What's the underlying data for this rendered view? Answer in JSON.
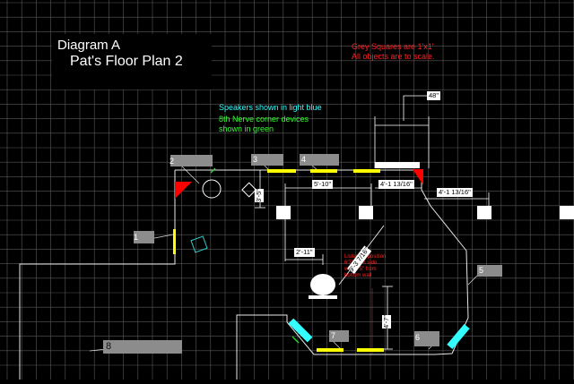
{
  "diagram": {
    "title_line1": "Diagram A",
    "title_line2": "Pat's Floor Plan 2",
    "scale_note_line1": "Grey Squares are 1'x1'",
    "scale_note_line2": "All objects are to scale.",
    "speakers_note": "Speakers shown in light blue",
    "nerve_note_line1": "8th Nerve corner devices",
    "nerve_note_line2": "shown in green",
    "listening_note_line1": "Listening position",
    "listening_note_line2": "6'7\" from side",
    "listening_note_line3": "wall 4'5\" from",
    "listening_note_line4": "bottom wall"
  },
  "labels": [
    "1",
    "2",
    "3",
    "4",
    "5",
    "6",
    "7",
    "8"
  ],
  "dimensions": {
    "d48": "48\"",
    "d5_10": "5'-10\"",
    "d4_1_13_16_a": "4'-1 13/16\"",
    "d4_1_13_16_b": "4'-1 13/16\"",
    "d3_5": "3'-5\"",
    "d2_11": "2'-11\"",
    "d9_3": "9'-3 7/16\"",
    "d4_7": "4'-7\""
  },
  "colors": {
    "grid": "#5a5a5a",
    "wall": "#e8e8e8",
    "acoustic_panel": "#ffff00",
    "speaker": "#33ffff",
    "corner_device": "#33cc33",
    "bass_trap": "#ff0000",
    "label_box": "#8c8c8c"
  }
}
